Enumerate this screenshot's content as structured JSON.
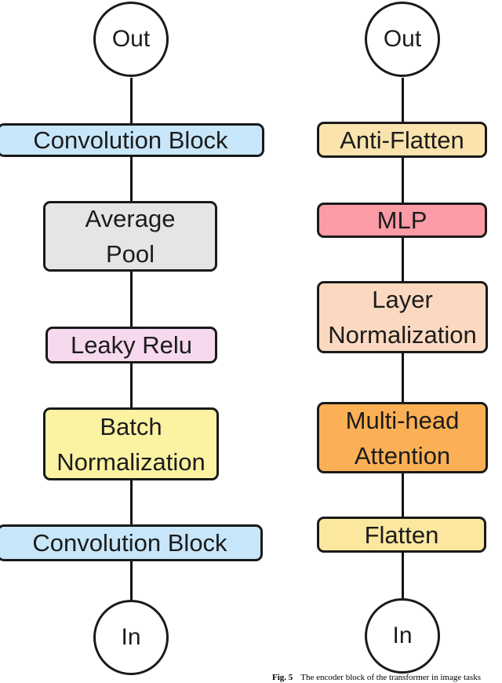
{
  "figure": {
    "caption_label": "Fig. 5",
    "caption_text": "The encoder block of the transformer in image tasks"
  },
  "left": {
    "out_label": "Out",
    "in_label": "In",
    "blocks": [
      {
        "name": "convolution-block-top",
        "lines": [
          "Convolution Block",
          ""
        ],
        "fill": "#c7e6f9"
      },
      {
        "name": "average-pool",
        "lines": [
          "Average",
          "Pool"
        ],
        "fill": "#e6e5e5"
      },
      {
        "name": "leaky-relu",
        "lines": [
          "Leaky Relu",
          ""
        ],
        "fill": "#f6d9ee"
      },
      {
        "name": "batch-normalization",
        "lines": [
          "Batch",
          "Normalization"
        ],
        "fill": "#fbf2a2"
      },
      {
        "name": "convolution-block-bottom",
        "lines": [
          "Convolution Block",
          ""
        ],
        "fill": "#c7e6f9"
      }
    ]
  },
  "right": {
    "out_label": "Out",
    "in_label": "In",
    "blocks": [
      {
        "name": "anti-flatten",
        "lines": [
          "Anti-Flatten",
          ""
        ],
        "fill": "#fae3ac"
      },
      {
        "name": "mlp",
        "lines": [
          "MLP",
          ""
        ],
        "fill": "#fb9ba5"
      },
      {
        "name": "layer-normalization",
        "lines": [
          "Layer",
          "Normalization"
        ],
        "fill": "#fbd9c0"
      },
      {
        "name": "multi-head-attention",
        "lines": [
          "Multi-head",
          "Attention"
        ],
        "fill": "#fbb055"
      },
      {
        "name": "flatten",
        "lines": [
          "Flatten",
          ""
        ],
        "fill": "#fbe79e"
      }
    ]
  },
  "colors": {
    "stroke": "#1a1a1a",
    "background": "#ffffff"
  }
}
